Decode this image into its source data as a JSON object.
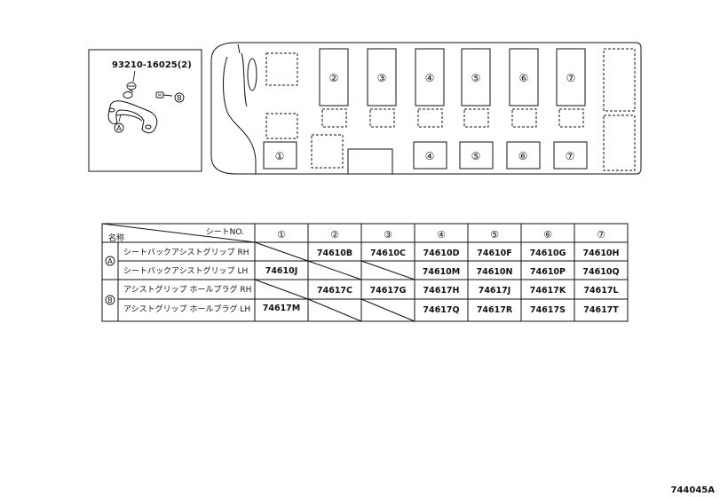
{
  "inset": {
    "part_number": "93210-16025(2)",
    "callout_a": "A",
    "callout_b": "B"
  },
  "seat_map": {
    "upper_row": [
      "②",
      "③",
      "④",
      "⑤",
      "⑥",
      "⑦"
    ],
    "lower_row": [
      "①",
      "④",
      "⑤",
      "⑥",
      "⑦"
    ]
  },
  "table": {
    "header_corner_top": "シートNO.",
    "header_corner_bottom": "名称",
    "columns": [
      "①",
      "②",
      "③",
      "④",
      "⑤",
      "⑥",
      "⑦"
    ],
    "groups": [
      {
        "marker": "A",
        "rows": [
          {
            "name": "シートバックアシストグリップ RH",
            "cells": [
              "",
              "74610B",
              "74610C",
              "74610D",
              "74610F",
              "74610G",
              "74610H"
            ]
          },
          {
            "name": "シートバックアシストグリップ LH",
            "cells": [
              "74610J",
              "",
              "",
              "74610M",
              "74610N",
              "74610P",
              "74610Q"
            ]
          }
        ]
      },
      {
        "marker": "B",
        "rows": [
          {
            "name": "アシストグリップ ホールプラグ RH",
            "cells": [
              "",
              "74617C",
              "74617G",
              "74617H",
              "74617J",
              "74617K",
              "74617L"
            ]
          },
          {
            "name": "アシストグリップ ホールプラグ LH",
            "cells": [
              "74617M",
              "",
              "",
              "74617Q",
              "74617R",
              "74617S",
              "74617T"
            ]
          }
        ]
      }
    ]
  },
  "figure_id": "744045A"
}
